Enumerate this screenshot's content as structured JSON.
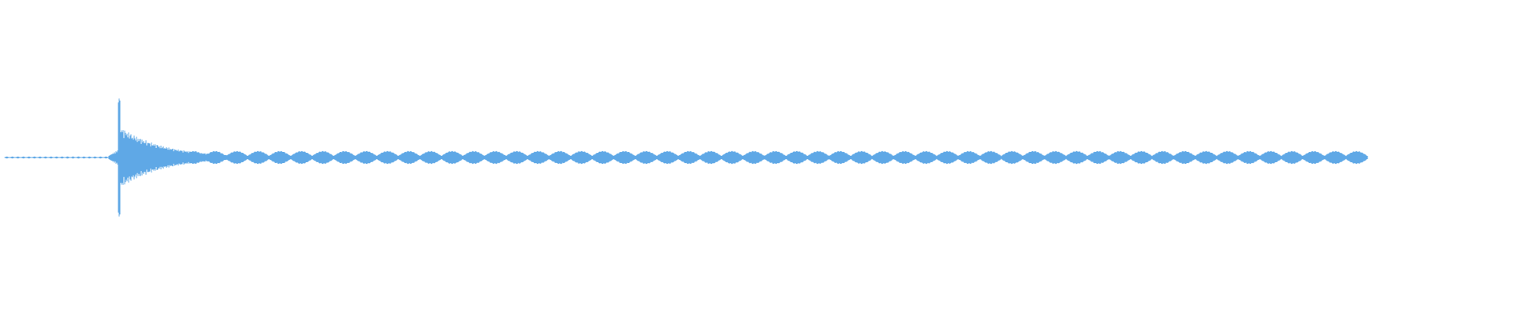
{
  "waveform": {
    "color": "#5fa8e6",
    "background": "#ffffff",
    "centerline_color": "#5fa8e6",
    "description_of_signal": {
      "pre_onset_level": 0.01,
      "onset_peak_amplitude": 1.0,
      "initial_decay_amplitude": 0.55,
      "sustained_ripple_amplitude": 0.11,
      "ripple_cycles": 58,
      "onset_fraction": 0.075,
      "end_fraction": 0.91
    }
  }
}
